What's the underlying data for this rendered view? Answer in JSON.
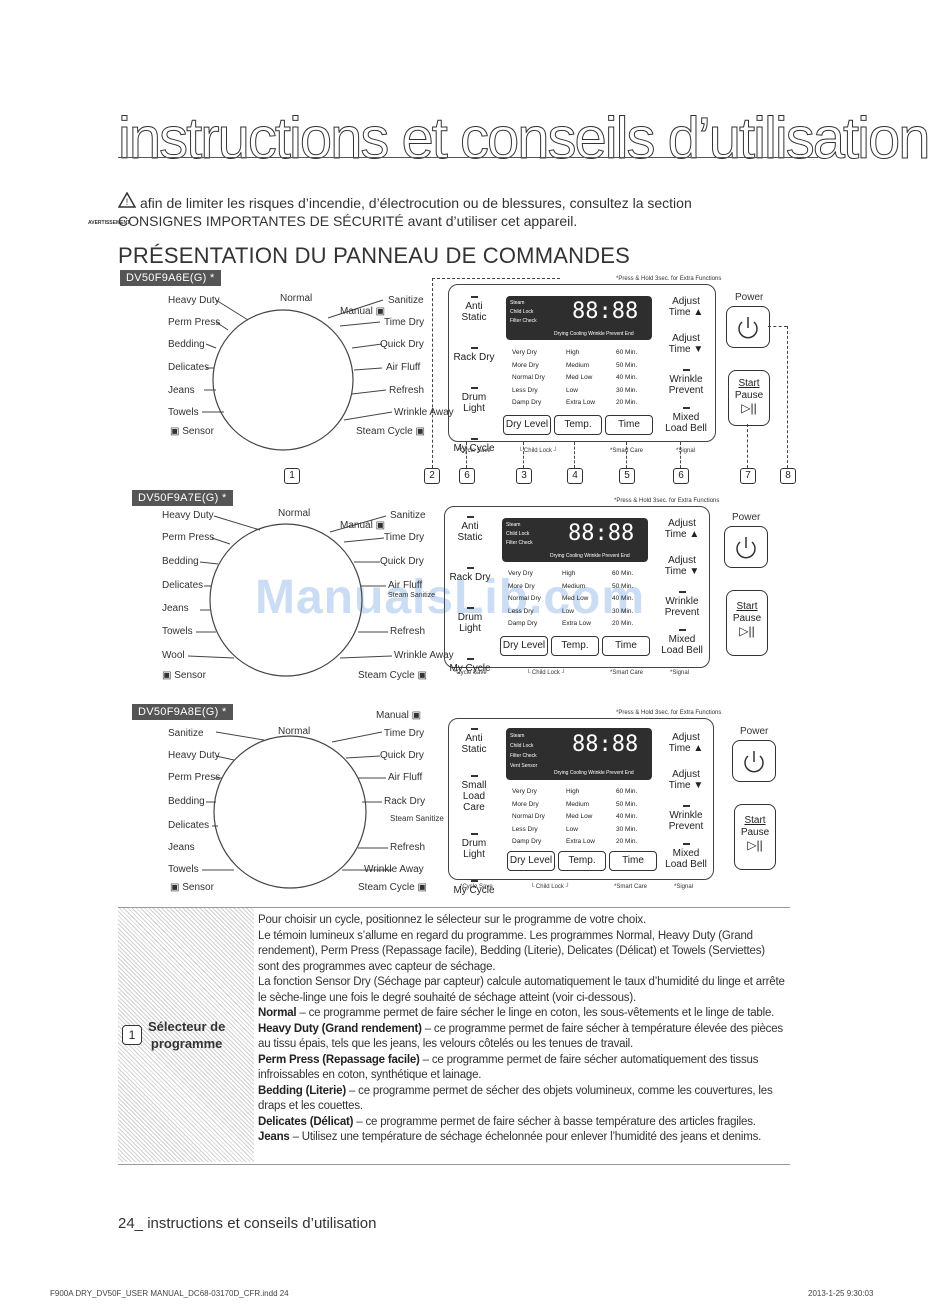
{
  "header": {
    "title": "instructions et conseils d’utilisation"
  },
  "warning": {
    "line1": "afin de limiter les risques d’incendie, d’électrocution ou de blessures, consultez la section",
    "line2": "CONSIGNES IMPORTANTES DE SÉCURITÉ avant d’utiliser cet appareil.",
    "icon_label": "AVERTISSEMENT"
  },
  "section_heading": "PRÉSENTATION DU PANNEAU DE COMMANDES",
  "panel_common": {
    "hold_note": "*Press & Hold 3sec. for Extra Functions",
    "steam": "Steam",
    "child_lock": "Child Lock",
    "filter_check": "Filter Check",
    "vent_sensor": "Vent Sensor",
    "display": "88:88",
    "stages": [
      "Drying",
      "Cooling",
      "Wrinkle Prevent",
      "End"
    ],
    "dry_levels": [
      "Very Dry",
      "More Dry",
      "Normal Dry",
      "Less Dry",
      "Damp Dry"
    ],
    "temps": [
      "High",
      "Medium",
      "Med Low",
      "Low",
      "Extra Low"
    ],
    "times": [
      "60 Min.",
      "50 Min.",
      "40 Min.",
      "30 Min.",
      "20 Min."
    ],
    "anti_static": "Anti Static",
    "rack_dry": "Rack Dry",
    "drum_light": "Drum Light",
    "my_cycle": "My Cycle",
    "small_load": "Small Load Care",
    "dry_level_btn": "Dry Level",
    "temp_btn": "Temp.",
    "time_btn": "Time",
    "adjust_up_1": "Adjust",
    "adjust_up_2": "Time ▲",
    "adjust_down_1": "Adjust",
    "adjust_down_2": "Time ▼",
    "wrinkle_1": "Wrinkle",
    "wrinkle_2": "Prevent",
    "mixed_1": "Mixed",
    "mixed_2": "Load Bell",
    "power": "Power",
    "start": "Start",
    "pause": "Pause",
    "cycle_save": "*Cycle Save",
    "child_lock_note": "Child Lock",
    "smart_care": "*Smart Care",
    "signal": "*Signal"
  },
  "models": [
    {
      "name": "DV50F9A6E(G) *",
      "left": [
        "Heavy Duty",
        "Perm Press",
        "Bedding",
        "Delicates",
        "Jeans",
        "Towels"
      ],
      "top": "Normal",
      "manual": "Manual",
      "right": [
        "Sanitize",
        "Time Dry",
        "Quick Dry",
        "Air Fluff",
        "Refresh",
        "Wrinkle Away"
      ],
      "sensor": "Sensor",
      "steam_cycle": "Steam Cycle"
    },
    {
      "name": "DV50F9A7E(G) *",
      "left": [
        "Heavy Duty",
        "Perm Press",
        "Bedding",
        "Delicates",
        "Jeans",
        "Towels",
        "Wool"
      ],
      "top": "Normal",
      "manual": "Manual",
      "right": [
        "Sanitize",
        "Time Dry",
        "Quick Dry",
        "Air Fluff",
        "Steam Sanitize",
        "Refresh",
        "Wrinkle Away"
      ],
      "sensor": "Sensor",
      "steam_cycle": "Steam Cycle"
    },
    {
      "name": "DV50F9A8E(G) *",
      "left": [
        "Sanitize",
        "Heavy Duty",
        "Perm Press",
        "Bedding",
        "Delicates",
        "Jeans",
        "Towels"
      ],
      "top": "Normal",
      "manual": "Manual",
      "right": [
        "Time Dry",
        "Quick Dry",
        "Air Fluff",
        "Rack Dry",
        "Steam Sanitize",
        "Refresh",
        "Wrinkle Away"
      ],
      "sensor": "Sensor",
      "steam_cycle": "Steam Cycle"
    }
  ],
  "callouts": [
    "1",
    "2",
    "6",
    "3",
    "4",
    "5",
    "6",
    "7",
    "8"
  ],
  "watermark": "ManualsLib.com",
  "description": {
    "number": "1",
    "label_1": "Sélecteur de",
    "label_2": "programme",
    "p1": "Pour choisir un cycle, positionnez le sélecteur sur le programme de votre choix.",
    "p2": "Le témoin lumineux s’allume en regard du programme. Les programmes Normal, Heavy Duty (Grand rendement), Perm Press (Repassage facile), Bedding (Literie), Delicates (Délicat) et Towels (Serviettes) sont des programmes avec capteur de séchage.",
    "p3": "La fonction Sensor Dry (Séchage par capteur) calcule automatiquement le taux d’humidité du linge et arrête le sèche-linge une fois le degré souhaité de séchage atteint (voir ci-dessous).",
    "normal_b": "Normal",
    "normal_t": " – ce programme permet de faire sécher le linge en coton, les sous-vêtements et le linge de table.",
    "heavy_b": "Heavy Duty (Grand rendement)",
    "heavy_t": " – ce programme permet de faire sécher à température élevée des pièces au tissu épais, tels que les jeans, les velours côtelés ou les tenues de travail.",
    "perm_b": "Perm Press (Repassage facile)",
    "perm_t": " – ce programme permet de faire sécher automatiquement des tissus infroissables en coton, synthétique et lainage.",
    "bed_b": "Bedding (Literie)",
    "bed_t": " – ce programme permet de sécher des objets volumineux, comme les couvertures, les draps et les couettes.",
    "del_b": "Delicates (Délicat)",
    "del_t": " – ce programme permet de faire sécher à basse température des articles fragiles.",
    "jeans_b": "Jeans",
    "jeans_t": " – Utilisez une température de séchage échelonnée pour enlever l’humidité des jeans et denims."
  },
  "footer": {
    "page": "24_ instructions et conseils d’utilisation",
    "file": "F900A DRY_DV50F_USER MANUAL_DC68-03170D_CFR.indd 24",
    "date": "2013-1-25   9:30:03"
  }
}
